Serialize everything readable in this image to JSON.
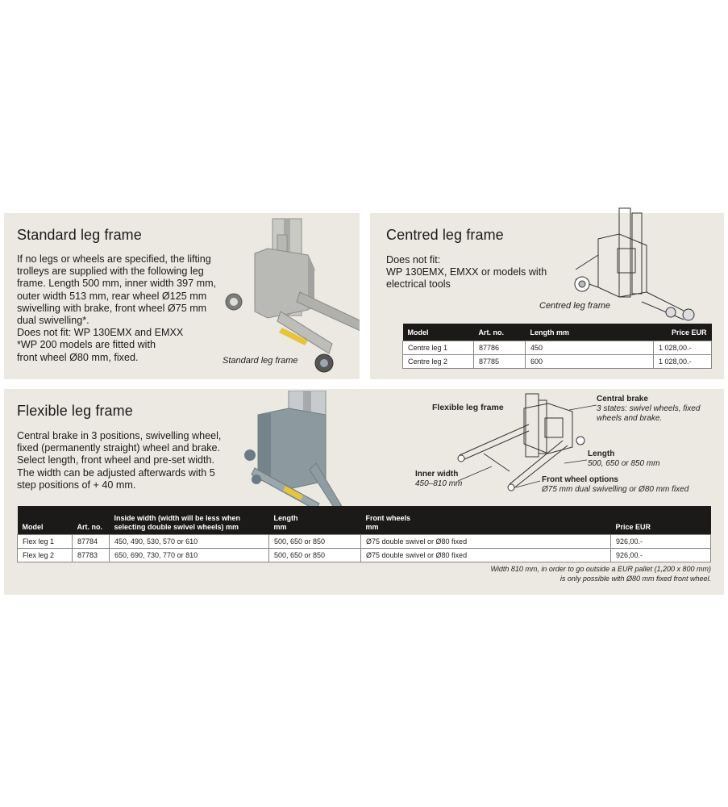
{
  "standard": {
    "title": "Standard leg frame",
    "text": "If no legs or wheels are specified, the lifting\ntrolleys are supplied with the following leg\nframe. Length 500 mm, inner width 397 mm,\nouter width 513 mm, rear wheel Ø125 mm\nswivelling with brake, front wheel Ø75 mm\ndual swivelling*.\nDoes not fit: WP 130EMX and EMXX\n*WP 200 models are fitted with\nfront wheel Ø80 mm, fixed.",
    "caption": "Standard leg frame"
  },
  "centred": {
    "title": "Centred leg frame",
    "text": "Does not fit:\nWP 130EMX, EMXX or models with\nelectrical tools",
    "caption": "Centred leg frame",
    "table": {
      "headers": [
        "Model",
        "Art. no.",
        "Length mm",
        "Price EUR"
      ],
      "rows": [
        [
          "Centre leg 1",
          "87786",
          "450",
          "1 028,00.-"
        ],
        [
          "Centre leg 2",
          "87785",
          "600",
          "1 028,00.-"
        ]
      ]
    }
  },
  "flexible": {
    "title": "Flexible leg frame",
    "text": "Central brake in 3 positions, swivelling wheel,\nfixed (permanently straight) wheel and brake.\nSelect length, front wheel and pre-set width.\nThe width can be adjusted afterwards with 5\nstep positions of + 40 mm.",
    "diagram_title": "Flexible leg frame",
    "labels": {
      "central_brake_title": "Central brake",
      "central_brake_text": "3 states: swivel wheels, fixed\nwheels and brake.",
      "length_title": "Length",
      "length_text": "500, 650 or 850 mm",
      "inner_width_title": "Inner width",
      "inner_width_text": "450–810 mm",
      "front_wheel_title": "Front wheel options",
      "front_wheel_text": "Ø75 mm dual swivelling or Ø80 mm fixed"
    },
    "table": {
      "headers": [
        "Model",
        "Art. no.",
        "Inside width (width will be less when\nselecting double swivel wheels) mm",
        "Length\nmm",
        "Front wheels\nmm",
        "Price EUR"
      ],
      "rows": [
        [
          "Flex leg 1",
          "87784",
          "450, 490, 530, 570 or 610",
          "500, 650 or 850",
          "Ø75 double swivel or Ø80 fixed",
          "926,00.-"
        ],
        [
          "Flex leg 2",
          "87783",
          "650, 690, 730, 770 or 810",
          "500, 650 or 850",
          "Ø75 double swivel or Ø80 fixed",
          "926,00.-"
        ]
      ]
    },
    "note": "Width 810 mm, in order to go outside a EUR pallet (1,200 x 800 mm)\nis only possible with Ø80 mm fixed front wheel."
  }
}
